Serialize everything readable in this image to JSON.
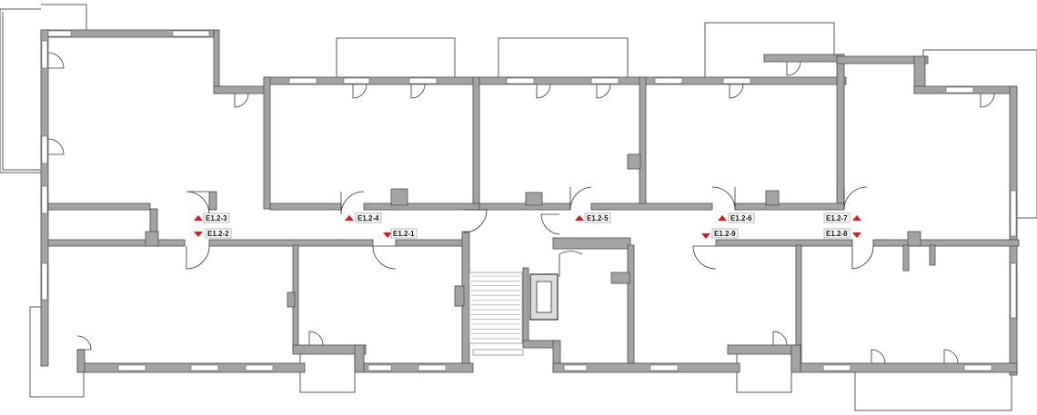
{
  "title": "Floor plan level 1.2",
  "accent_color": "#d71920",
  "exit_markers": [
    {
      "id": "E1.2-3",
      "direction": "up"
    },
    {
      "id": "E1.2-2",
      "direction": "down"
    },
    {
      "id": "E1.2-4",
      "direction": "up"
    },
    {
      "id": "E1.2-1",
      "direction": "down"
    },
    {
      "id": "E1.2-5",
      "direction": "up"
    },
    {
      "id": "E1.2-6",
      "direction": "up"
    },
    {
      "id": "E1.2-9",
      "direction": "down"
    },
    {
      "id": "E1.2-7",
      "direction": "up"
    },
    {
      "id": "E1.2-8",
      "direction": "down"
    }
  ]
}
